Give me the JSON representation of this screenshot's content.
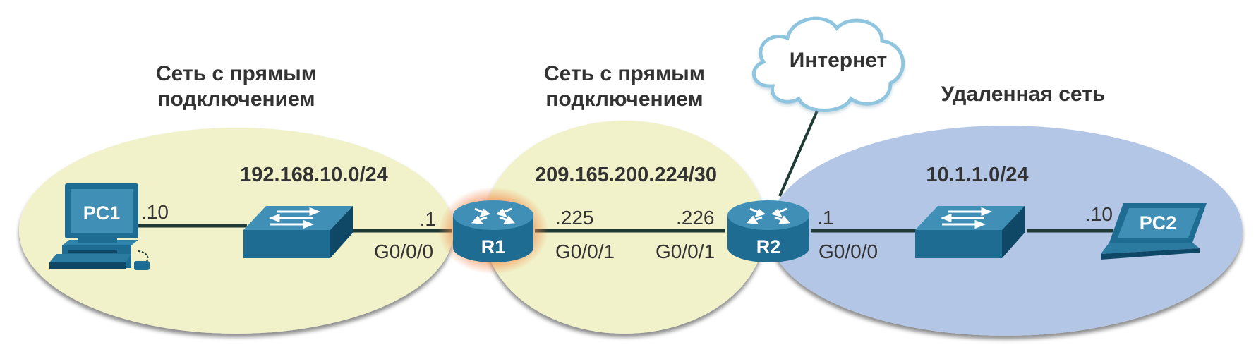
{
  "colors": {
    "direct_network": "#f1f2c9",
    "remote_network": "#b4c6e6",
    "device_blue": "#1f6c92",
    "device_dark": "#0f4767",
    "link": "#1f3a35",
    "router_glow": "#f08a4b",
    "cloud_stroke": "#8fc5de"
  },
  "networks": {
    "left": {
      "title_line1": "Сеть с прямым",
      "title_line2": "подключением",
      "address": "192.168.10.0/24"
    },
    "middle": {
      "title_line1": "Сеть с прямым",
      "title_line2": "подключением",
      "address": "209.165.200.224/30"
    },
    "right": {
      "title": "Удаленная сеть",
      "address": "10.1.1.0/24"
    }
  },
  "cloud": {
    "label": "Интернет",
    "icon": "cloud-icon"
  },
  "devices": {
    "pc1": {
      "label": "PC1",
      "ip_suffix": ".10",
      "icon": "desktop-computer-icon"
    },
    "switch1": {
      "icon": "switch-icon"
    },
    "r1": {
      "label": "R1",
      "icon": "router-icon",
      "ip_left": ".1",
      "if_left": "G0/0/0",
      "ip_right": ".225",
      "if_right": "G0/0/1",
      "highlighted": true
    },
    "r2": {
      "label": "R2",
      "icon": "router-icon",
      "ip_left": ".226",
      "if_left": "G0/0/1",
      "ip_right": ".1",
      "if_right": "G0/0/0"
    },
    "switch2": {
      "icon": "switch-icon"
    },
    "pc2": {
      "label": "PC2",
      "ip_suffix": ".10",
      "icon": "laptop-icon"
    }
  }
}
